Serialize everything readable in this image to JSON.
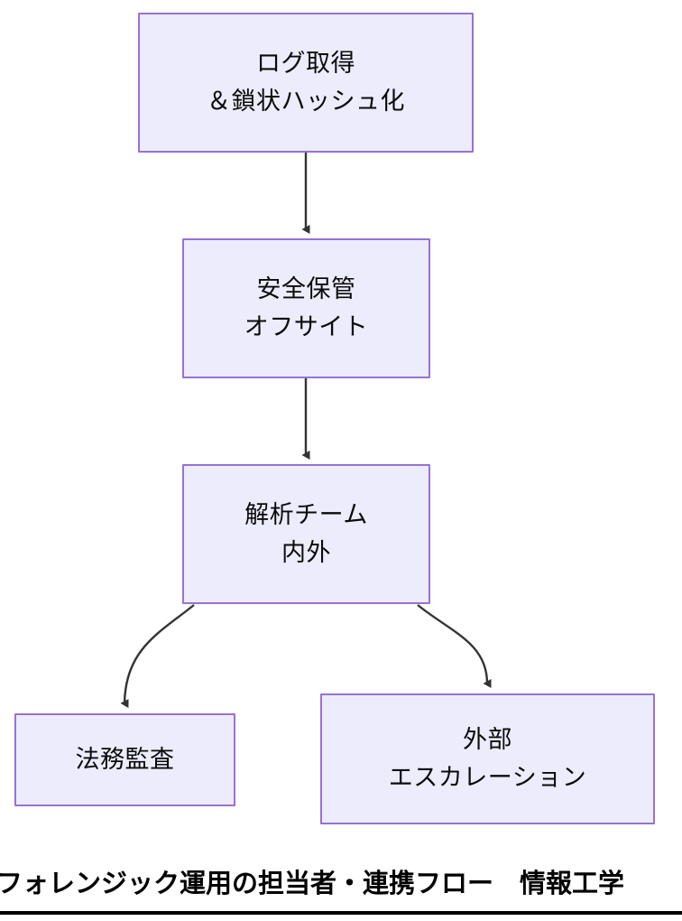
{
  "diagram": {
    "type": "flowchart",
    "direction": "top-down",
    "theme": {
      "node_fill": "#ececfc",
      "node_border": "#9771d6",
      "edge_color": "#333333",
      "text_color": "#0b0b0b",
      "background": "#ffffff"
    },
    "nodes": [
      {
        "id": "log-hash",
        "lines": [
          "ログ取得",
          "＆鎖状ハッシュ化"
        ],
        "line1": "ログ取得",
        "line2": "＆鎖状ハッシュ化"
      },
      {
        "id": "secure-store",
        "lines": [
          "安全保管",
          "オフサイト"
        ],
        "line1": "安全保管",
        "line2": "オフサイト"
      },
      {
        "id": "analysis-team",
        "lines": [
          "解析チーム",
          "内外"
        ],
        "line1": "解析チーム",
        "line2": "内外"
      },
      {
        "id": "legal-audit",
        "lines": [
          "法務監査"
        ],
        "line1": "法務監査"
      },
      {
        "id": "external-escalation",
        "lines": [
          "外部",
          "エスカレーション"
        ],
        "line1": "外部",
        "line2": "エスカレーション"
      }
    ],
    "edges": [
      {
        "id": "edge-log-to-store",
        "from": "log-hash",
        "to": "secure-store",
        "style": "straight",
        "arrow": "filled-triangle"
      },
      {
        "id": "edge-store-to-analysis",
        "from": "secure-store",
        "to": "analysis-team",
        "style": "straight",
        "arrow": "filled-triangle"
      },
      {
        "id": "edge-analysis-to-legal",
        "from": "analysis-team",
        "to": "legal-audit",
        "style": "curved",
        "arrow": "filled-triangle"
      },
      {
        "id": "edge-analysis-to-external",
        "from": "analysis-team",
        "to": "external-escalation",
        "style": "curved",
        "arrow": "filled-triangle"
      }
    ]
  },
  "caption": {
    "text": "フォレンジック運用の担当者・連携フロー　情報工学"
  }
}
